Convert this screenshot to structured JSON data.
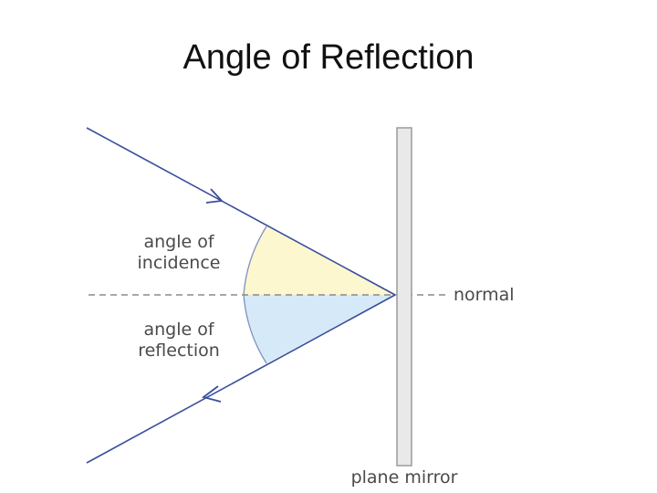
{
  "title": "Angle of Reflection",
  "diagram": {
    "labels": {
      "incidence_line1": "angle of",
      "incidence_line2": "incidence",
      "reflection_line1": "angle of",
      "reflection_line2": "reflection",
      "normal": "normal",
      "mirror": "plane mirror"
    },
    "colors": {
      "ray": "#3a4f9c",
      "incidence_fill": "#fdf7cf",
      "reflection_fill": "#d6e9f8",
      "arc": "#7f90c0",
      "normal_line": "#8a8a8a",
      "mirror_fill": "#e9e9e9",
      "mirror_stroke": "#9a9a9a"
    }
  }
}
